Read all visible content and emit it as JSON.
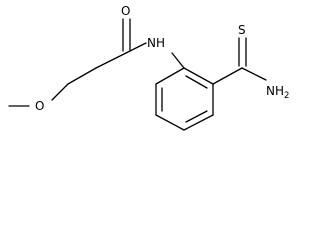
{
  "atoms": {
    "oxygen_carbonyl": "O",
    "amide_nh": "NH",
    "ether_oxygen": "O",
    "thio_sulfur": "S",
    "thioamide_n": "NH",
    "thioamide_n_subscript": "2"
  }
}
